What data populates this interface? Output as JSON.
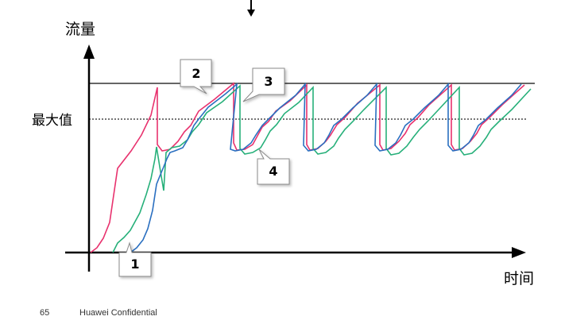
{
  "diagram": {
    "y_axis_label": "流量",
    "x_axis_label": "时间",
    "max_value_label": "最大值",
    "callouts": [
      "1",
      "2",
      "3",
      "4"
    ],
    "colors": {
      "axis": "#000000",
      "capacity_line": "#333333",
      "max_value_line": "#777777",
      "series_red": "#e8326e",
      "series_green": "#27b07a",
      "series_blue": "#2a6fc0",
      "callout_border": "#8a8a8a"
    }
  },
  "footer": {
    "page_number": "65",
    "confidential": "Huawei Confidential"
  }
}
